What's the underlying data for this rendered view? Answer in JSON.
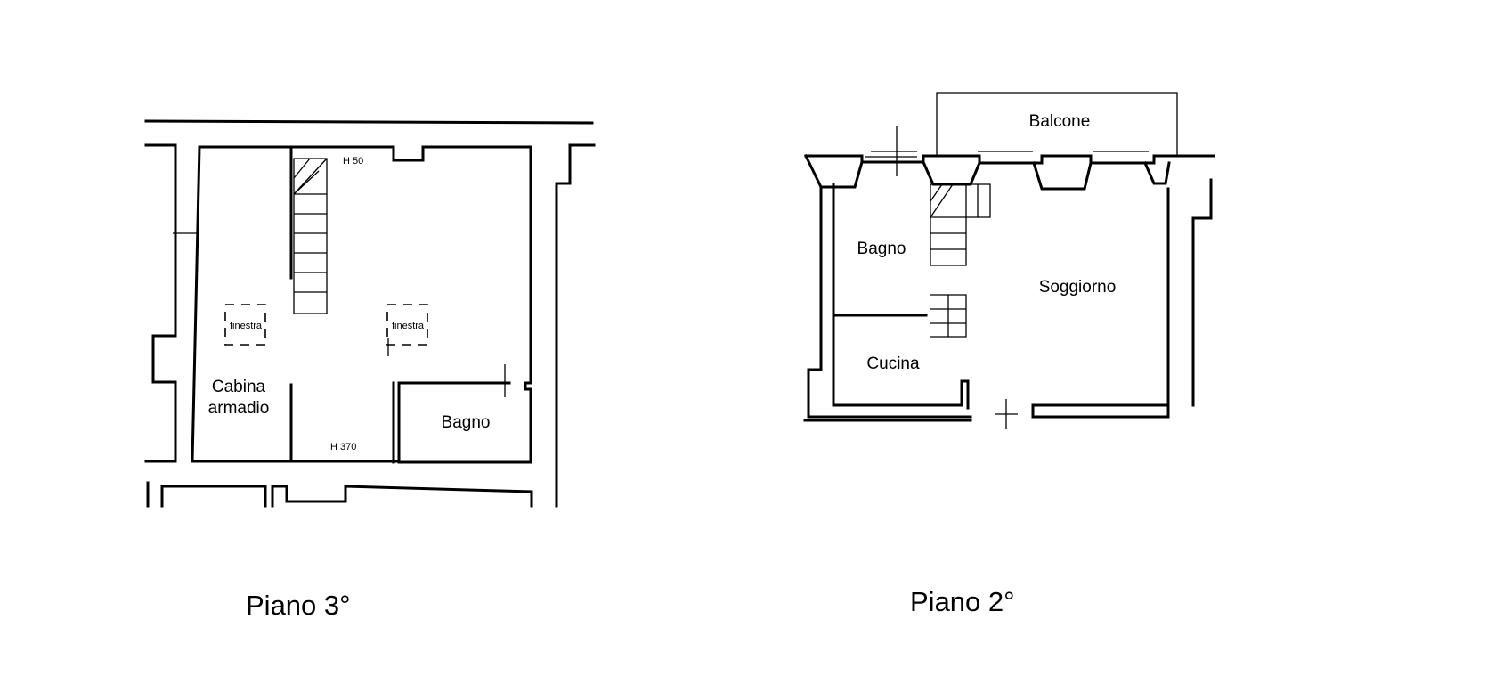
{
  "floor3": {
    "label": "Piano 3°",
    "heights": [
      "H 50",
      "H 370"
    ],
    "windows": [
      "finestra",
      "finestra"
    ],
    "rooms": {
      "closet_line1": "Cabina",
      "closet_line2": "armadio",
      "bathroom": "Bagno"
    }
  },
  "floor2": {
    "label": "Piano 2°",
    "rooms": {
      "balcony": "Balcone",
      "bathroom": "Bagno",
      "living": "Soggiorno",
      "kitchen": "Cucina"
    }
  }
}
